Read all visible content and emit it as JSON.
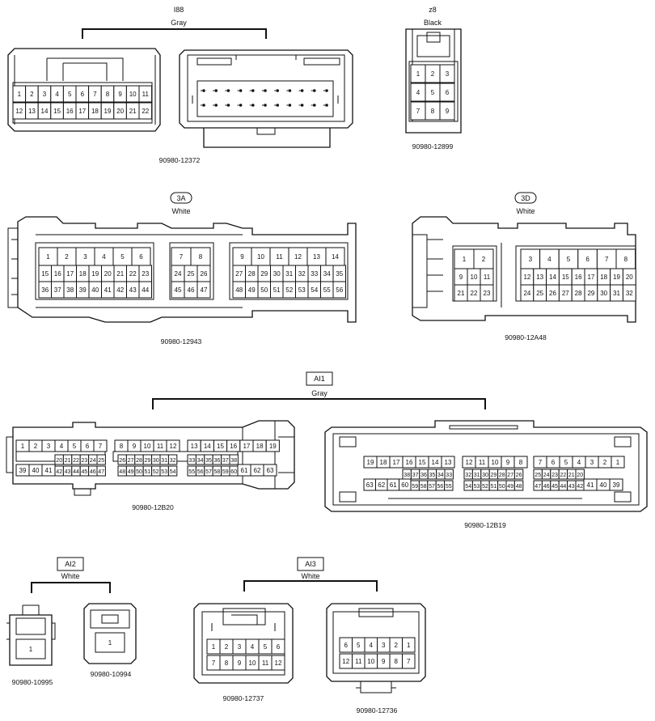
{
  "groups": [
    {
      "id": "i88",
      "name": "I88",
      "color": "Gray"
    },
    {
      "id": "z8",
      "name": "z8",
      "color": "Black"
    },
    {
      "id": "3a",
      "name": "3A",
      "color": "White"
    },
    {
      "id": "3d",
      "name": "3D",
      "color": "White"
    },
    {
      "id": "ai1",
      "name": "AI1",
      "color": "Gray"
    },
    {
      "id": "ai2",
      "name": "AI2",
      "color": "White"
    },
    {
      "id": "ai3",
      "name": "AI3",
      "color": "White"
    }
  ],
  "connectors": [
    {
      "id": "c1",
      "part_number": "90980-12372",
      "pins": [
        "1",
        "2",
        "3",
        "4",
        "5",
        "6",
        "7",
        "8",
        "9",
        "10",
        "11",
        "12",
        "13",
        "14",
        "15",
        "16",
        "17",
        "18",
        "19",
        "20",
        "21",
        "22"
      ]
    },
    {
      "id": "c2",
      "part_number": "90980-12899",
      "pins": [
        "1",
        "2",
        "3",
        "4",
        "5",
        "6",
        "7",
        "8",
        "9"
      ]
    },
    {
      "id": "c3",
      "part_number": "90980-12943",
      "pins": [
        "1",
        "2",
        "3",
        "4",
        "5",
        "6",
        "7",
        "8",
        "9",
        "10",
        "11",
        "12",
        "13",
        "14",
        "15",
        "16",
        "17",
        "18",
        "19",
        "20",
        "21",
        "22",
        "23",
        "24",
        "25",
        "26",
        "27",
        "28",
        "29",
        "30",
        "31",
        "32",
        "33",
        "34",
        "35",
        "36",
        "37",
        "38",
        "39",
        "40",
        "41",
        "42",
        "43",
        "44",
        "45",
        "46",
        "47",
        "48",
        "49",
        "50",
        "51",
        "52",
        "53",
        "54",
        "55",
        "56"
      ]
    },
    {
      "id": "c4",
      "part_number": "90980-12A48",
      "pins": [
        "1",
        "2",
        "3",
        "4",
        "5",
        "6",
        "7",
        "8",
        "9",
        "10",
        "11",
        "12",
        "13",
        "14",
        "15",
        "16",
        "17",
        "18",
        "19",
        "20",
        "21",
        "22",
        "23",
        "24",
        "25",
        "26",
        "27",
        "28",
        "29",
        "30",
        "31",
        "32"
      ]
    },
    {
      "id": "c5",
      "part_number": "90980-12B20",
      "pins": [
        "1",
        "2",
        "3",
        "4",
        "5",
        "6",
        "7",
        "8",
        "9",
        "10",
        "11",
        "12",
        "13",
        "14",
        "15",
        "16",
        "17",
        "18",
        "19",
        "20",
        "21",
        "22",
        "23",
        "24",
        "25",
        "26",
        "27",
        "28",
        "29",
        "30",
        "31",
        "32",
        "33",
        "34",
        "35",
        "36",
        "37",
        "38",
        "39",
        "40",
        "41",
        "42",
        "43",
        "44",
        "45",
        "46",
        "47",
        "48",
        "49",
        "50",
        "51",
        "52",
        "53",
        "54",
        "55",
        "56",
        "57",
        "58",
        "59",
        "60",
        "61",
        "62",
        "63"
      ]
    },
    {
      "id": "c6",
      "part_number": "90980-12B19",
      "pins": [
        "1",
        "2",
        "3",
        "4",
        "5",
        "6",
        "7",
        "8",
        "9",
        "10",
        "11",
        "12",
        "13",
        "14",
        "15",
        "16",
        "17",
        "18",
        "19",
        "20",
        "21",
        "22",
        "23",
        "24",
        "25",
        "26",
        "27",
        "28",
        "29",
        "30",
        "31",
        "32",
        "33",
        "34",
        "35",
        "36",
        "37",
        "38",
        "39",
        "40",
        "41",
        "42",
        "43",
        "44",
        "45",
        "46",
        "47",
        "48",
        "49",
        "50",
        "51",
        "52",
        "53",
        "54",
        "55",
        "56",
        "57",
        "58",
        "59",
        "60",
        "61",
        "62",
        "63"
      ]
    },
    {
      "id": "c7",
      "part_number": "90980-10995",
      "pins": [
        "1"
      ]
    },
    {
      "id": "c8",
      "part_number": "90980-10994",
      "pins": [
        "1"
      ]
    },
    {
      "id": "c9",
      "part_number": "90980-12737",
      "pins": [
        "1",
        "2",
        "3",
        "4",
        "5",
        "6",
        "7",
        "8",
        "9",
        "10",
        "11",
        "12"
      ]
    },
    {
      "id": "c10",
      "part_number": "90980-12736",
      "pins": [
        "1",
        "2",
        "3",
        "4",
        "5",
        "6",
        "7",
        "8",
        "9",
        "10",
        "11",
        "12"
      ]
    }
  ]
}
